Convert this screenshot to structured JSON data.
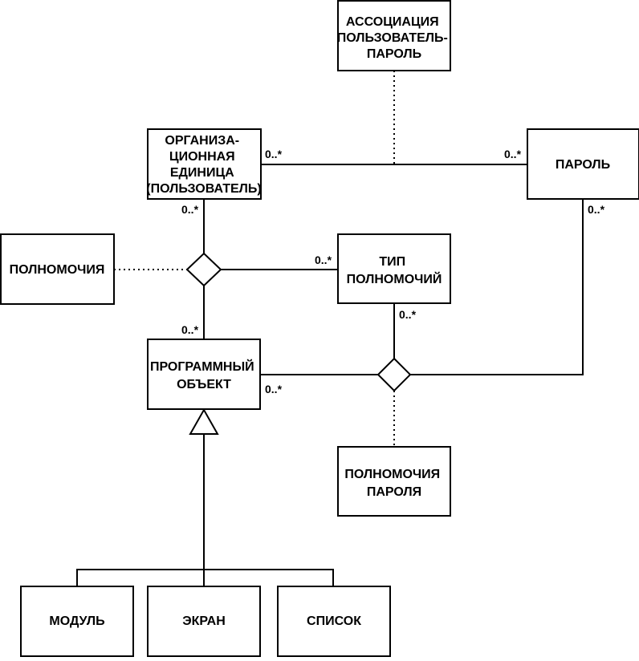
{
  "boxes": {
    "association": [
      "АССОЦИАЦИЯ",
      "ПОЛЬЗОВАТЕЛЬ-",
      "ПАРОЛЬ"
    ],
    "org_unit": [
      "ОРГАНИЗА-",
      "ЦИОННАЯ",
      "ЕДИНИЦА",
      "(ПОЛЬЗОВАТЕЛЬ)"
    ],
    "password": [
      "ПАРОЛЬ"
    ],
    "authority": [
      "ПОЛНОМОЧИЯ"
    ],
    "authority_type": [
      "ТИП",
      "ПОЛНОМОЧИЙ"
    ],
    "program_object": [
      "ПРОГРАММНЫЙ",
      "ОБЪЕКТ"
    ],
    "password_authority": [
      "ПОЛНОМОЧИЯ",
      "ПАРОЛЯ"
    ],
    "module": [
      "МОДУЛЬ"
    ],
    "screen": [
      "ЭКРАН"
    ],
    "list": [
      "СПИСОК"
    ]
  },
  "multiplicities": {
    "org_to_password_left": "0..*",
    "org_to_password_right": "0..*",
    "org_below": "0..*",
    "authority_type_left": "0..*",
    "password_below": "0..*",
    "program_object_top": "0..*",
    "authority_type_below": "0..*",
    "program_object_right": "0..*"
  }
}
